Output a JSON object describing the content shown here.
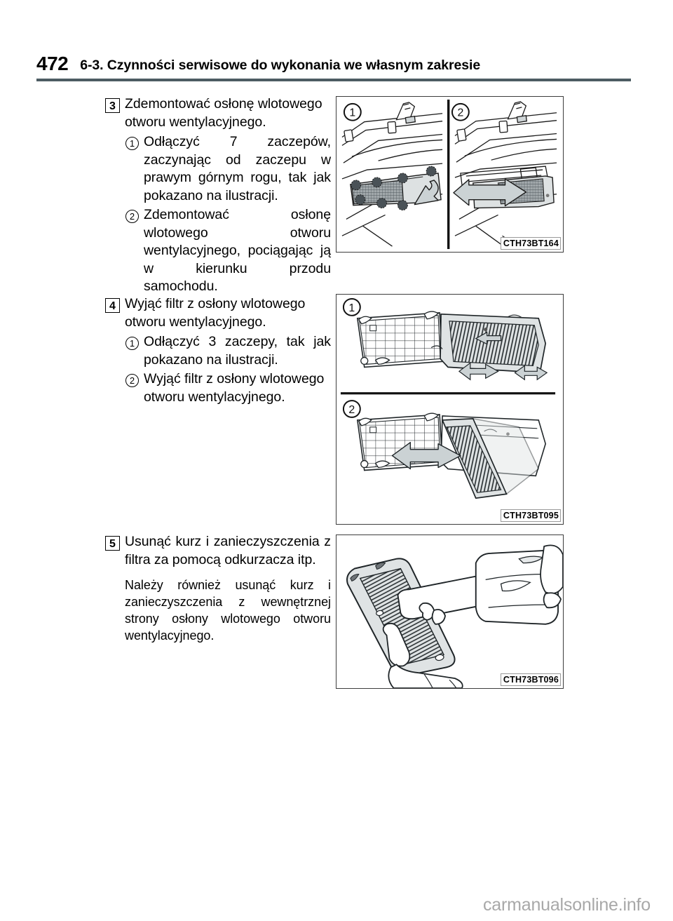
{
  "header": {
    "page_number": "472",
    "title": "6-3. Czynności serwisowe do wykonania we własnym zakresie",
    "rule_color": "#4d5c63"
  },
  "steps": [
    {
      "number": "3",
      "text": "Zdemontować osłonę wlotowego otworu wentylacyjnego.",
      "substeps": [
        {
          "marker": "1",
          "text": "Odłączyć 7 zaczepów, zaczynając od zaczepu w prawym górnym rogu, tak jak pokazano na ilustracji."
        },
        {
          "marker": "2",
          "text": "Zdemontować osłonę wlotowego otworu wentylacyjnego, pociągając ją w kierunku przodu samochodu."
        }
      ]
    },
    {
      "number": "4",
      "text": "Wyjąć filtr z osłony wlotowego otworu wentylacyjnego.",
      "substeps": [
        {
          "marker": "1",
          "text": "Odłączyć 3 zaczepy, tak jak pokazano na ilustracji."
        },
        {
          "marker": "2",
          "text": "Wyjąć filtr z osłony wlotowego otworu wentylacyjnego."
        }
      ]
    },
    {
      "number": "5",
      "text": "Usunąć kurz i zanieczyszczenia z filtra za pomocą odkurzacza itp.",
      "note": "Należy również usunąć kurz i zanieczyszczenia z wewnętrznej strony osłony wlotowego otworu wentylacyjnego.",
      "substeps": []
    }
  ],
  "figures": [
    {
      "id": "figure-vent-cover-removal",
      "code": "CTH73BT164",
      "panel_labels": [
        "1",
        "2"
      ],
      "description": "Dwa panele pokazujące demontaż osłony wlotowego otworu wentylacyjnego z komory silnika"
    },
    {
      "id": "figure-filter-release",
      "code": "CTH73BT095",
      "panel_labels": [
        "1",
        "2"
      ],
      "description": "Dwa panele pokazujące odłączanie zaczepów i wyjmowanie filtra z osłony"
    },
    {
      "id": "figure-vacuum-filter",
      "code": "CTH73BT096",
      "panel_labels": [],
      "description": "Czyszczenie filtra odkurzaczem ręcznym"
    }
  ],
  "watermark": "carmanualsonline.info"
}
